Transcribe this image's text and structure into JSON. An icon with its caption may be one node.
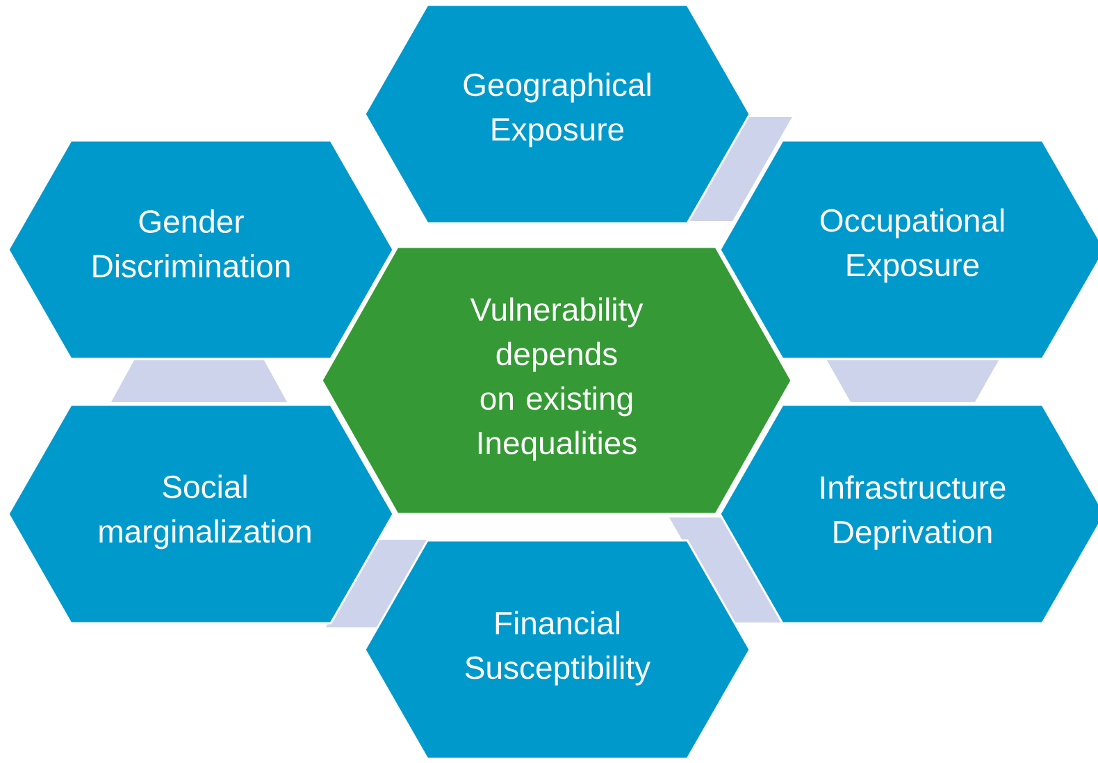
{
  "diagram": {
    "nodes": [
      {
        "text": [
          "Geographical Exposure"
        ]
      },
      {
        "text": [
          "Gender Discrimination"
        ]
      },
      {
        "text": [
          "Occupational Exposure"
        ]
      },
      {
        "text": [
          "Vulnerability depends on existing Inequalities"
        ]
      },
      {
        "text": [
          "Social marginalization"
        ]
      },
      {
        "text": [
          "Infrastructure Deprivation"
        ]
      },
      {
        "text": [
          "Financial Susceptibility"
        ]
      }
    ],
    "edges": [
      {
        "from": 0,
        "to": 2,
        "arrow": "none"
      },
      {
        "from": 1,
        "to": 4,
        "arrow": "none"
      },
      {
        "from": 2,
        "to": 5,
        "arrow": "none"
      },
      {
        "from": 5,
        "to": 6,
        "arrow": "none"
      },
      {
        "from": 4,
        "to": 6,
        "arrow": "none"
      }
    ]
  }
}
